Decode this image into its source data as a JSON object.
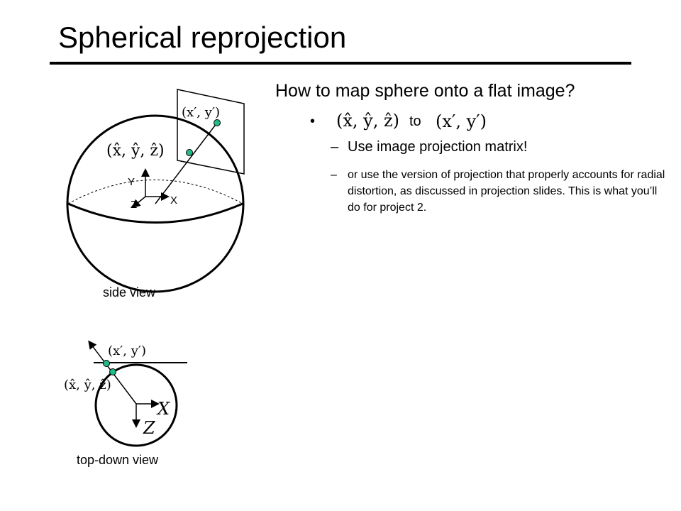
{
  "slide": {
    "title": "Spherical reprojection",
    "heading": "How to map sphere onto a flat image?",
    "bullet": {
      "mark": "•",
      "from_coords": "(x̂, ŷ, ẑ)",
      "word": "to",
      "to_coords": "(x′, y′)"
    },
    "subpoints": [
      {
        "mark": "–",
        "text": "Use image projection matrix!"
      },
      {
        "mark": "–",
        "text": "or use the version of projection that properly accounts for radial distortion, as discussed in projection slides.  This is what you’ll do for project 2."
      }
    ]
  },
  "side_view": {
    "caption": "side view",
    "image_point_label": "(x′, y′)",
    "sphere_point_label": "(x̂, ŷ, ẑ)",
    "axis_y": "Y",
    "axis_x": "X",
    "axis_z": "Z"
  },
  "top_view": {
    "caption": "top-down view",
    "image_point_label": "(x′, y′)",
    "sphere_point_label": "(x̂, ŷ, ẑ)",
    "axis_x": "X",
    "axis_z": "Z"
  },
  "colors": {
    "point_fill": "#22bb88",
    "line": "#000000"
  }
}
